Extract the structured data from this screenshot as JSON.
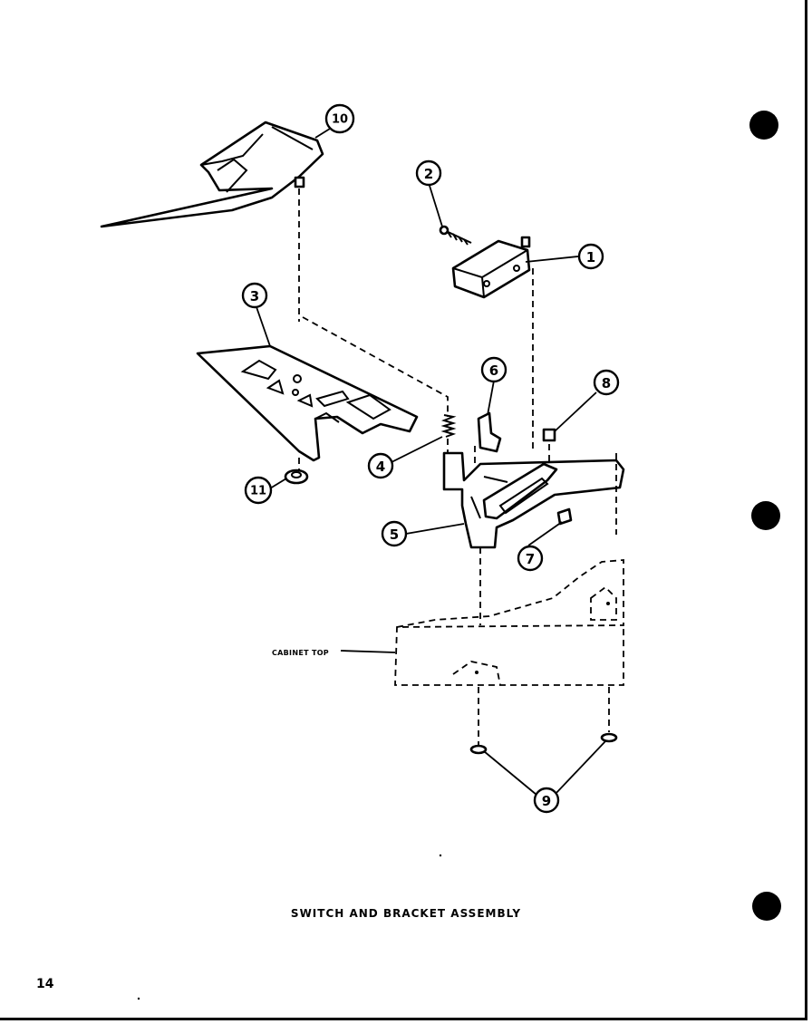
{
  "title": "SWITCH AND BRACKET ASSEMBLY",
  "page_number": "14",
  "labels": {
    "cabinet_top": "CABINET TOP"
  },
  "callouts": [
    "1",
    "2",
    "3",
    "4",
    "5",
    "6",
    "7",
    "8",
    "9",
    "10",
    "11"
  ]
}
